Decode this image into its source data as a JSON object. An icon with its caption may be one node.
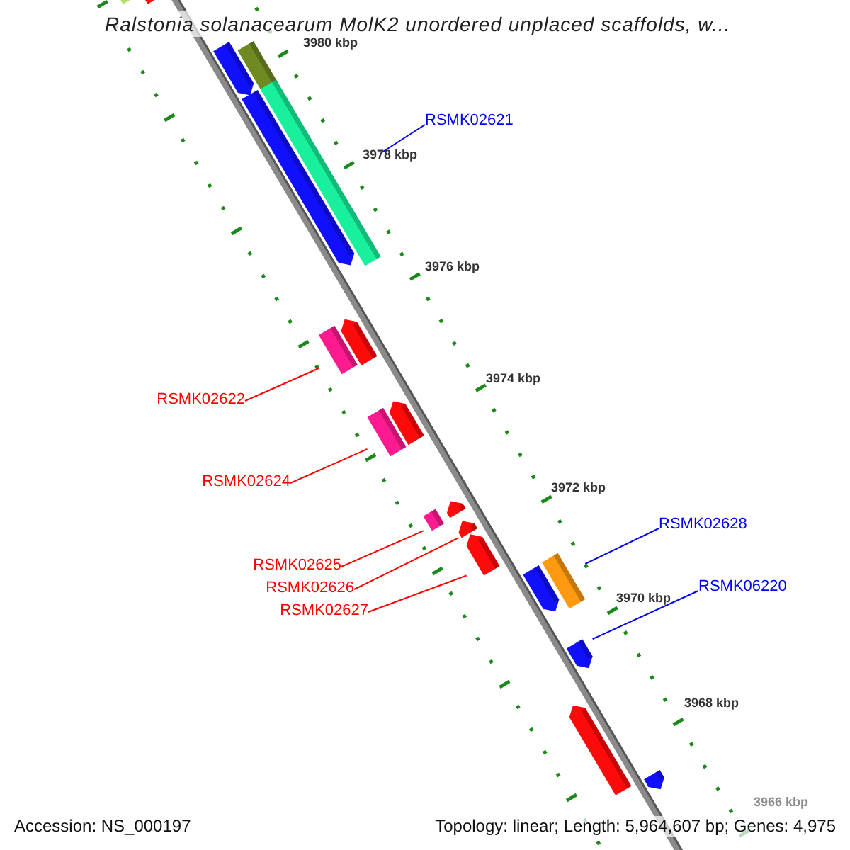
{
  "diagram": {
    "title": "Ralstonia solanacearum MolK2 unordered unplaced scaffolds, w...",
    "nodes": [
      {
        "text": [
          "RSMK02621"
        ]
      },
      {
        "text": [
          "RSMK02622"
        ]
      },
      {
        "text": [
          "RSMK02624"
        ]
      },
      {
        "text": [
          "RSMK02625"
        ]
      },
      {
        "text": [
          "RSMK02626"
        ]
      },
      {
        "text": [
          "RSMK02627"
        ]
      },
      {
        "text": [
          "RSMK02628"
        ]
      },
      {
        "text": [
          "RSMK06220"
        ]
      },
      {
        "text": [],
        "shape": "bar"
      },
      {
        "text": [],
        "shape": "bar"
      },
      {
        "text": [],
        "shape": "bar"
      },
      {
        "text": [],
        "shape": "bar"
      },
      {
        "text": [],
        "shape": "bar"
      },
      {
        "text": [],
        "shape": "bar"
      },
      {
        "text": [],
        "shape": "bar"
      },
      {
        "text": [],
        "shape": "bar"
      },
      {
        "text": [],
        "shape": "bar"
      },
      {
        "text": [],
        "shape": "bar"
      },
      {
        "text": [],
        "shape": "bar"
      },
      {
        "text": [],
        "shape": "bar"
      },
      {
        "text": [],
        "shape": "bar"
      },
      {
        "text": [],
        "shape": "bar"
      },
      {
        "text": [],
        "shape": "bar"
      },
      {
        "text": [],
        "shape": "bar"
      },
      {
        "text": [],
        "shape": "bar"
      },
      {
        "text": [],
        "shape": "bar"
      },
      {
        "text": [],
        "shape": "bar"
      }
    ],
    "edges": [
      {
        "from": 0,
        "to": 12,
        "arrow": "none",
        "color": "#0000ff"
      },
      {
        "from": 1,
        "to": 15,
        "arrow": "none"
      },
      {
        "from": 2,
        "to": 17,
        "arrow": "none"
      },
      {
        "from": 3,
        "to": 19,
        "arrow": "none"
      },
      {
        "from": 4,
        "to": 20,
        "arrow": "none"
      },
      {
        "from": 5,
        "to": 21,
        "arrow": "none"
      },
      {
        "from": 6,
        "to": 22,
        "arrow": "none",
        "color": "#0000ff"
      },
      {
        "from": 7,
        "to": 24,
        "arrow": "none",
        "color": "#0000ff"
      }
    ],
    "labels": [
      "3980 kbp",
      "3978 kbp",
      "3976 kbp",
      "3974 kbp",
      "3972 kbp",
      "3970 kbp",
      "3968 kbp",
      "3966 kbp",
      "Accession: NS_000197",
      "Topology: linear; Length: 5,964,607 bp; Genes: 4,975"
    ]
  }
}
